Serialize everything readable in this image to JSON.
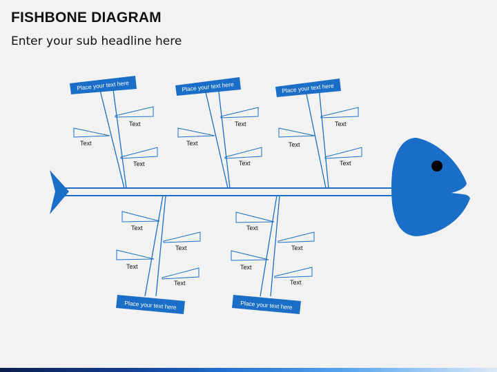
{
  "header": {
    "title": "FISHBONE DIAGRAM",
    "subtitle": "Enter your sub headline here"
  },
  "colors": {
    "accent": "#1a6ec8",
    "background": "#f2f2f2",
    "text": "#111111"
  },
  "diagram": {
    "categories": [
      {
        "label": "Place your text here",
        "items": [
          "Text",
          "Text",
          "Text"
        ]
      },
      {
        "label": "Place your text here",
        "items": [
          "Text",
          "Text",
          "Text"
        ]
      },
      {
        "label": "Place your text here",
        "items": [
          "Text",
          "Text",
          "Text"
        ]
      },
      {
        "label": "Place your text here",
        "items": [
          "Text",
          "Text",
          "Text"
        ]
      },
      {
        "label": "Place your text here",
        "items": [
          "Text",
          "Text",
          "Text"
        ]
      }
    ]
  }
}
